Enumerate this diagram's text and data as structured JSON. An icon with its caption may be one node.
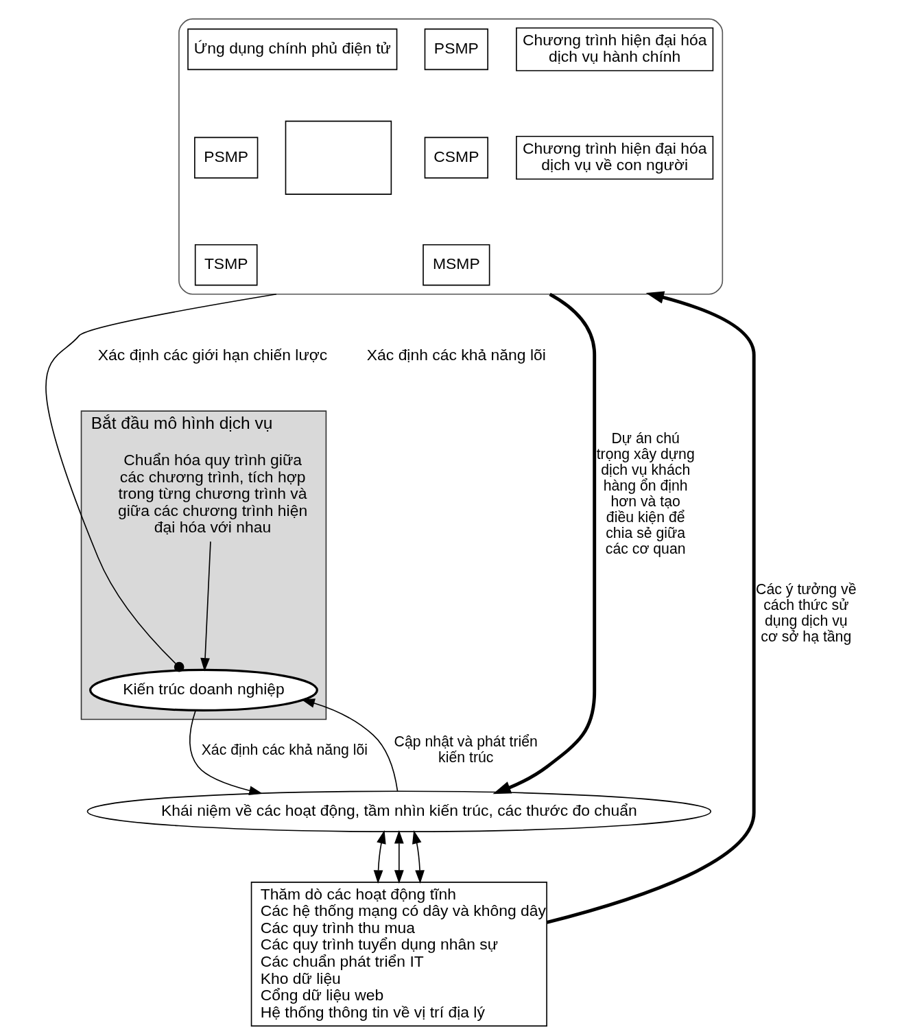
{
  "diagram": {
    "nodes": [
      {
        "text": [],
        "shape": "box"
      },
      {
        "text": [
          "Chương trình hiện đại hóa dịch vụ hành chính"
        ],
        "in": 0
      },
      {
        "text": [
          "Chương trình hiện đại hóa dịch vụ về con người"
        ],
        "in": 0
      },
      {
        "text": [
          "PSMP"
        ],
        "in": 0
      },
      {
        "text": [
          "CSMP"
        ],
        "in": 0
      },
      {
        "text": [
          "MSMP"
        ],
        "in": 0
      },
      {
        "text": [
          "Ứng dụng chính phủ điện tử"
        ],
        "in": 0
      },
      {
        "text": [
          "PSMP"
        ],
        "in": 0
      },
      {
        "text": [
          "TSMP"
        ],
        "in": 0
      },
      {
        "text": [],
        "shape": "box",
        "in": 0
      },
      {
        "text": [
          "Bắt đầu mô hình dịch vụ"
        ]
      },
      {
        "text": [
          "Chuẩn hóa quy trình giữa các chương trình, tích hợp trong từng chương trình và giữa các chương trình hiện đại hóa với nhau"
        ],
        "in": 10
      },
      {
        "text": [
          "Kiến trúc doanh nghiệp"
        ],
        "in": 10
      },
      {
        "text": [
          "Khái niệm về các hoạt động, tầm nhìn kiến trúc, các thước đo chuẩn"
        ]
      },
      {
        "text": [
          "Thăm dò các hoạt động tĩnh",
          "Các hệ thống mạng có dây và không dây",
          "Các quy trình thu mua",
          "Các quy trình tuyển dụng nhân sự",
          "Các chuẩn phát triển IT",
          "Kho dữ liệu",
          "Cổng dữ liệu web",
          "Hệ thống thông tin về vị trí địa lý"
        ]
      }
    ],
    "edges": [
      {
        "from": 12,
        "to": 0,
        "arrow": "other"
      },
      {
        "from": 11,
        "to": 12,
        "arrow": "to"
      },
      {
        "from": 12,
        "to": 13,
        "arrow": "to",
        "label": "Xác định các khả năng lõi"
      },
      {
        "from": 13,
        "to": 12,
        "arrow": "to",
        "label": "Cập nhật và phát triển kiến trúc"
      },
      {
        "from": 13,
        "to": 14,
        "arrow": "both"
      },
      {
        "from": 13,
        "to": 14,
        "arrow": "both"
      },
      {
        "from": 13,
        "to": 14,
        "arrow": "both"
      },
      {
        "from": 0,
        "to": 13,
        "arrow": "to",
        "label": "Dự án chú trọng xây dựng dịch vụ khách hàng ổn định hơn và tạo điều kiện để chia sẻ giữa các cơ quan",
        "style": "thick"
      },
      {
        "from": 14,
        "to": 0,
        "arrow": "to",
        "label": "Các ý tưởng về cách thức sử dụng dịch vụ cơ sở hạ tầng",
        "style": "thick"
      }
    ],
    "labels": [
      "Xác định các khả năng lõi",
      "Xác định các giới hạn chiến lược"
    ]
  }
}
